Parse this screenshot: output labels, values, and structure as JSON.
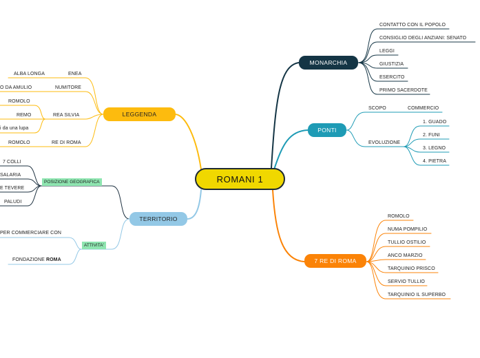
{
  "central": "ROMANI 1",
  "monarchia": {
    "title": "MONARCHIA",
    "items": [
      "CONTATTO CON IL POPOLO",
      "CONSIGLIO DEGLI ANZIANI: SENATO",
      "LEGGI",
      "GIUSTIZIA",
      "ESERCITO",
      "PRIMO SACERDOTE"
    ]
  },
  "ponti": {
    "title": "PONTI",
    "scopo": "SCOPO",
    "commercio": "COMMERCIO",
    "evoluzione": "EVOLUZIONE",
    "steps": [
      "1. GUADO",
      "2. FUNI",
      "3. LEGNO",
      "4. PIETRA"
    ]
  },
  "re": {
    "title": "7 RE DI ROMA",
    "items": [
      "ROMOLO",
      "NUMA POMPILIO",
      "TULLIO OSTILIO",
      "ANCO MARZIO",
      "TARQUINIO PRISCO",
      "SERVIO TULLIO",
      "TARQUINIO IL SUPERBO"
    ]
  },
  "leggenda": {
    "title": "LEGGENDA",
    "alba_longa": "ALBA LONGA",
    "enea": "ENEA",
    "amulio": "O DA AMULIO",
    "numitore": "NUMITORE",
    "romolo": "ROMOLO",
    "remo": "REMO",
    "rea_silvia": "REA SILVIA",
    "lupa": "i da una lupa",
    "romolo2": "ROMOLO",
    "re_di_roma": "RE DI ROMA"
  },
  "territorio": {
    "title": "TERRITORIO",
    "posizione": "POSIZIONE GEOGRAFICA",
    "pos_items": [
      "7 COLLI",
      "SALARIA",
      "E TEVERE",
      "PALUDI"
    ],
    "attivita": "ATTIVITA'",
    "commerciare": "PER COMMERCIARE CON",
    "fondazione": "FONDAZIONE",
    "fondazione_bold": "ROMA"
  },
  "colors": {
    "monarchia": "#143545",
    "ponti": "#1e9bb5",
    "re": "#fb8307",
    "leggenda": "#fdbb0e",
    "territorio": "#93c8e6",
    "tag_green": "#8ee5b0",
    "dark_branch": "#1e3140"
  }
}
